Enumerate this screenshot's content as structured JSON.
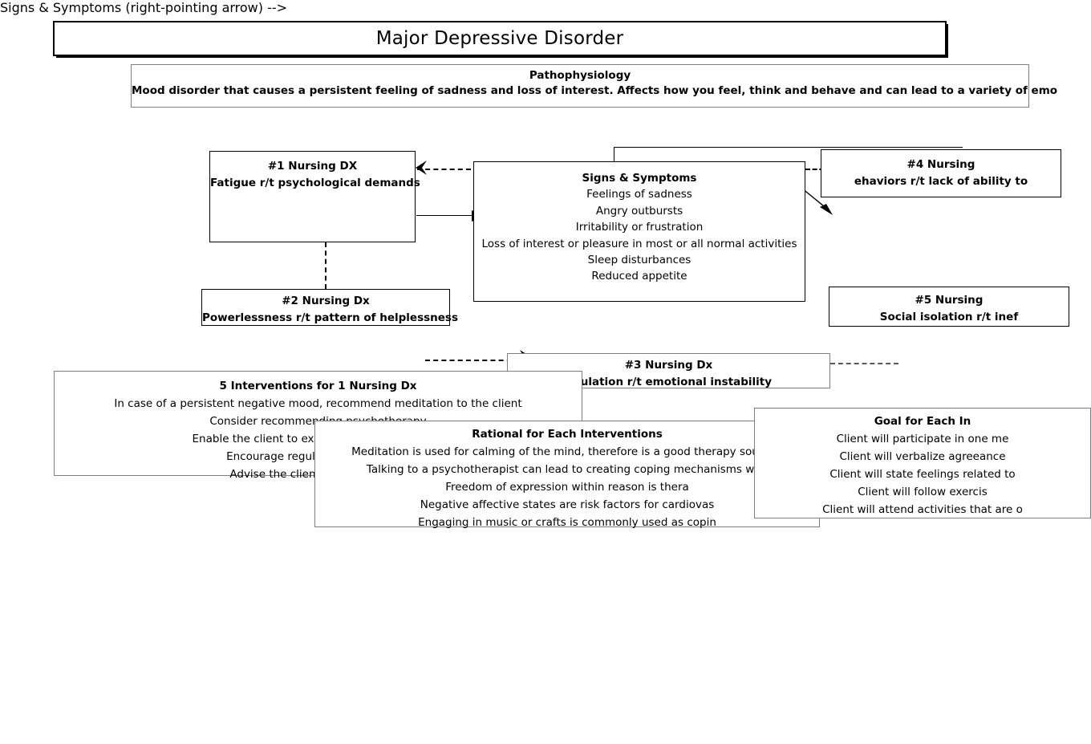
{
  "title": {
    "text": "Major Depressive Disorder"
  },
  "pathophysiology": {
    "heading": "Pathophysiology",
    "body": "Mood disorder that causes a persistent feeling of sadness and loss of interest. Affects how you feel, think and behave and can lead to a variety of emo"
  },
  "nursing_dx_1": {
    "heading": "#1 Nursing DX",
    "body": "Fatigue r/t psychological demands"
  },
  "nursing_dx_2": {
    "heading": "#2 Nursing Dx",
    "body": "Powerlessness r/t pattern of helplessness"
  },
  "nursing_dx_3": {
    "heading": "#3 Nursing Dx",
    "body": "egulation r/t emotional instability"
  },
  "nursing_dx_4": {
    "heading": "#4 Nursing",
    "body": "ehaviors r/t lack of ability to"
  },
  "nursing_dx_5": {
    "heading": "#5  Nursing",
    "body": "Social isolation r/t inef"
  },
  "signs_symptoms": {
    "heading": "Signs & Symptoms",
    "items": [
      "Feelings of sadness",
      "Angry outbursts",
      "Irritability or frustration",
      "Loss of interest or pleasure in most or all normal activities",
      "Sleep disturbances",
      "Reduced appetite"
    ]
  },
  "interventions": {
    "heading": "5 Interventions for 1 Nursing Dx",
    "items": [
      "In case of a persistent negative mood, recommend meditation to the client",
      "Consider recommending psychotherapy",
      "Enable the client to express his or her feelings",
      "Encourage regular physical exerci",
      "Advise the client to partake in m"
    ]
  },
  "rational": {
    "heading": "Rational for Each Interventions",
    "items": [
      "Meditation is used for calming of the mind, therefore is a good therapy source f",
      "Talking to a psychotherapist can lead to creating coping mechanisms whe",
      "Freedom of expression within reason is thera",
      "Negative affective states are risk factors for cardiovas",
      "Engaging in music or crafts is commonly used as copin"
    ]
  },
  "goals": {
    "heading": "Goal for Each In",
    "items": [
      "Client will participate in one me",
      "Client will verbalize agreeance",
      "Client will state feelings related to",
      "Client will follow exercis",
      "Client will attend activities that are o"
    ]
  },
  "colors": {
    "ink": "#000000",
    "gray_border": "#7f7f7f",
    "background": "#ffffff"
  }
}
